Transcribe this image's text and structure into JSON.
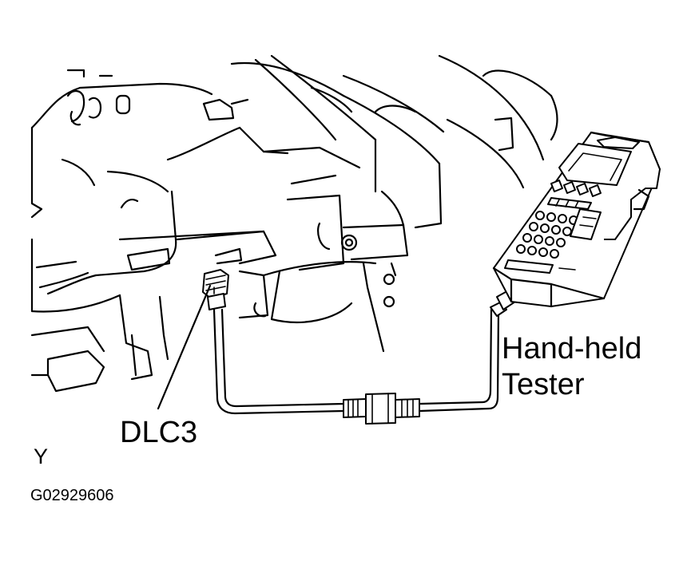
{
  "labels": {
    "tester_line1": "Hand-held",
    "tester_line2": "Tester",
    "connector": "DLC3",
    "view_letter": "Y",
    "figure_code": "G02929606"
  },
  "colors": {
    "line": "#000000",
    "background": "#ffffff"
  }
}
